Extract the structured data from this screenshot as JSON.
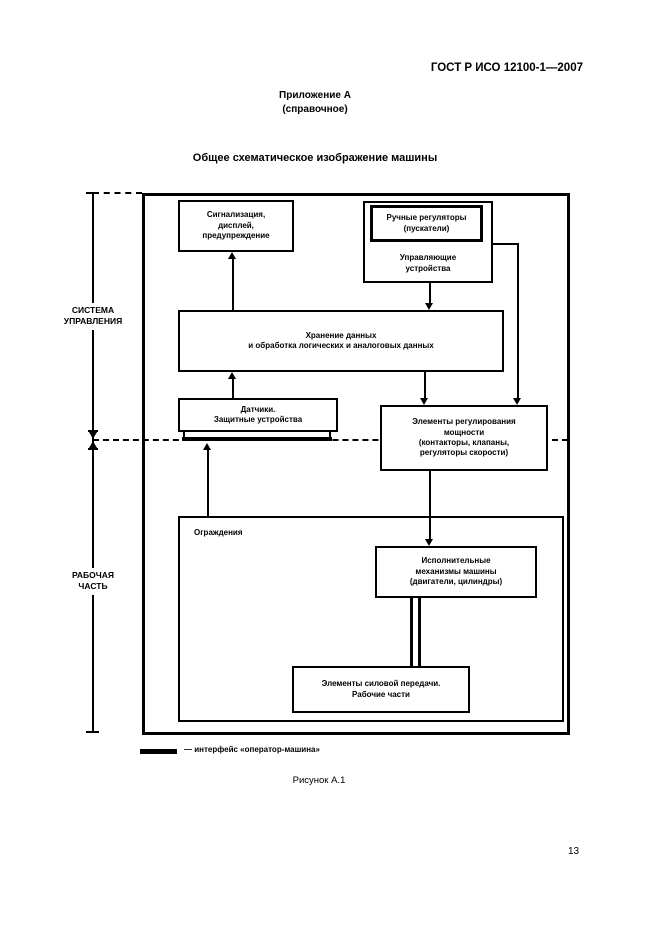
{
  "page": {
    "doc_code": "ГОСТ Р ИСО 12100-1—2007",
    "annex_title": "Приложение А",
    "annex_type": "(справочное)",
    "figure_title": "Общее схематическое изображение машины",
    "figure_caption": "Рисунок А.1",
    "page_number": "13"
  },
  "diagram": {
    "side_labels": {
      "control_system": "СИСТЕМА\nУПРАВЛЕНИЯ",
      "working_part": "РАБОЧАЯ\nЧАСТЬ"
    },
    "boxes": {
      "signaling": "Сигнализация,\nдисплей,\nпредупреждение",
      "manual_controls": "Ручные регуляторы\n(пускатели)",
      "control_devices": "Управляющие\nустройства",
      "data_processing": "Хранение данных\nи обработка логических и аналоговых данных",
      "sensors": "Датчики.\nЗащитные устройства",
      "power_regulation": "Элементы регулирования\nмощности\n(контакторы, клапаны,\nрегуляторы скорости)",
      "guards": "Ограждения",
      "actuators": "Исполнительные\nмеханизмы машины\n(двигатели, цилиндры)",
      "power_transmission": "Элементы силовой передачи.\nРабочие части"
    },
    "legend": "— интерфейс «оператор-машина»"
  }
}
